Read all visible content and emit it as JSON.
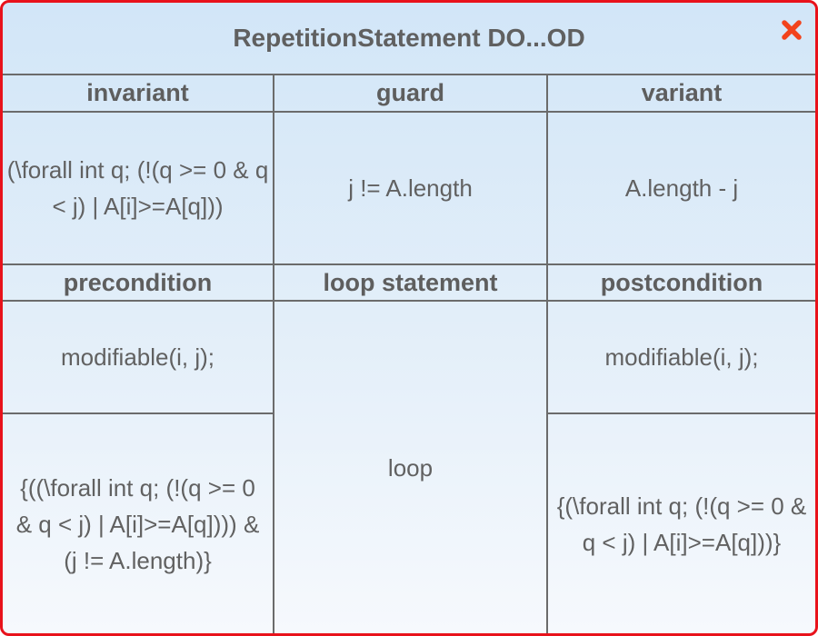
{
  "window": {
    "title": "RepetitionStatement DO...OD",
    "close_icon": "close-x-icon",
    "border_color": "#e8121b"
  },
  "headers": {
    "invariant": "invariant",
    "guard": "guard",
    "variant": "variant",
    "precondition": "precondition",
    "loop_statement": "loop statement",
    "postcondition": "postcondition"
  },
  "values": {
    "invariant": "(\\forall int q; (!(q >= 0 & q < j) | A[i]>=A[q]))",
    "guard": "j != A.length",
    "variant": "A.length - j",
    "precondition_modifiable": "modifiable(i, j);",
    "precondition_assertion": "{((\\forall int q; (!(q >= 0 & q < j) | A[i]>=A[q]))) & (j != A.length)}",
    "loop_statement": "loop",
    "postcondition_modifiable": "modifiable(i, j);",
    "postcondition_assertion": "{(\\forall int q; (!(q >= 0 & q < j) | A[i]>=A[q]))}"
  }
}
